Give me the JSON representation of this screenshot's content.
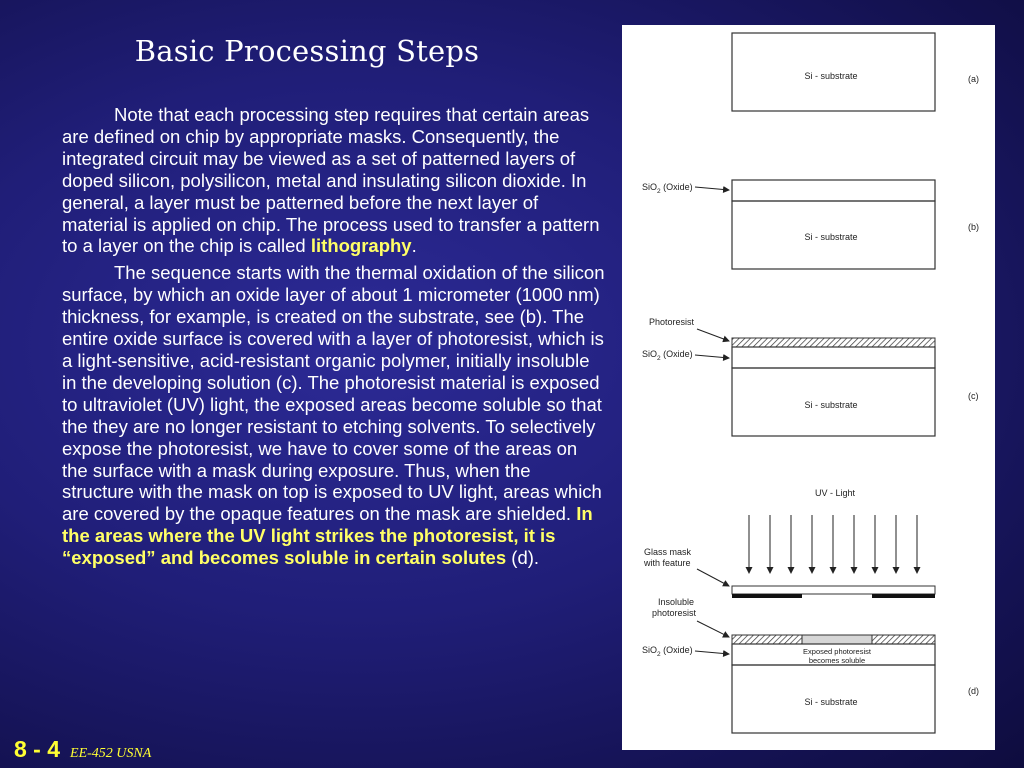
{
  "slide": {
    "title": "Basic Processing Steps",
    "paragraph1": {
      "text": "Note that each processing step requires that certain areas are defined on chip by appropriate masks. Consequently, the integrated circuit may be viewed as a set of patterned layers of doped silicon, polysilicon, metal and insulating silicon dioxide. In general, a layer must be patterned before the next layer of material is applied on chip. The process used to transfer a pattern to a layer on the chip is called ",
      "emphasis": "lithography",
      "end": "."
    },
    "paragraph2": {
      "text": "The sequence starts with the thermal oxidation of the silicon surface, by which an oxide layer of about 1 micrometer (1000 nm) thickness, for example, is created on the substrate, see (b). The entire oxide surface is covered with a layer of photoresist, which is a light-sensitive, acid-resistant organic polymer, initially insoluble in the developing solution (c). The photoresist material is exposed to ultraviolet (UV) light, the exposed areas become soluble so that the they are no longer resistant to etching solvents. To selectively expose the photoresist, we have to cover some of the areas on the surface with a mask during exposure. Thus, when the structure with the mask on top is exposed to UV light, areas which are covered by the opaque features on the mask are shielded. ",
      "emphasis": "In the areas where the UV light strikes the photoresist, it is “exposed” and becomes soluble in certain solutes",
      "end": " (d)."
    },
    "footer": {
      "slide_number": "8 - 4",
      "course": "EE-452  USNA"
    }
  },
  "figure": {
    "substrate_label": "Si - substrate",
    "oxide_label_prefix": "SiO",
    "oxide_label_sub": "2",
    "oxide_label_suffix": " (Oxide)",
    "photoresist_label": "Photoresist",
    "uv_label": "UV - Light",
    "mask_label_line1": "Glass mask",
    "mask_label_line2": "with feature",
    "insoluble_line1": "Insoluble",
    "insoluble_line2": "photoresist",
    "exposed_line1": "Exposed photoresist",
    "exposed_line2": "becomes soluble",
    "step_a": "(a)",
    "step_b": "(b)",
    "step_c": "(c)",
    "step_d": "(d)"
  },
  "colors": {
    "background": "#201e78",
    "title": "#ffffff",
    "body_text": "#ffffff",
    "emphasis": "#ffff66",
    "footer": "#ffff33"
  }
}
